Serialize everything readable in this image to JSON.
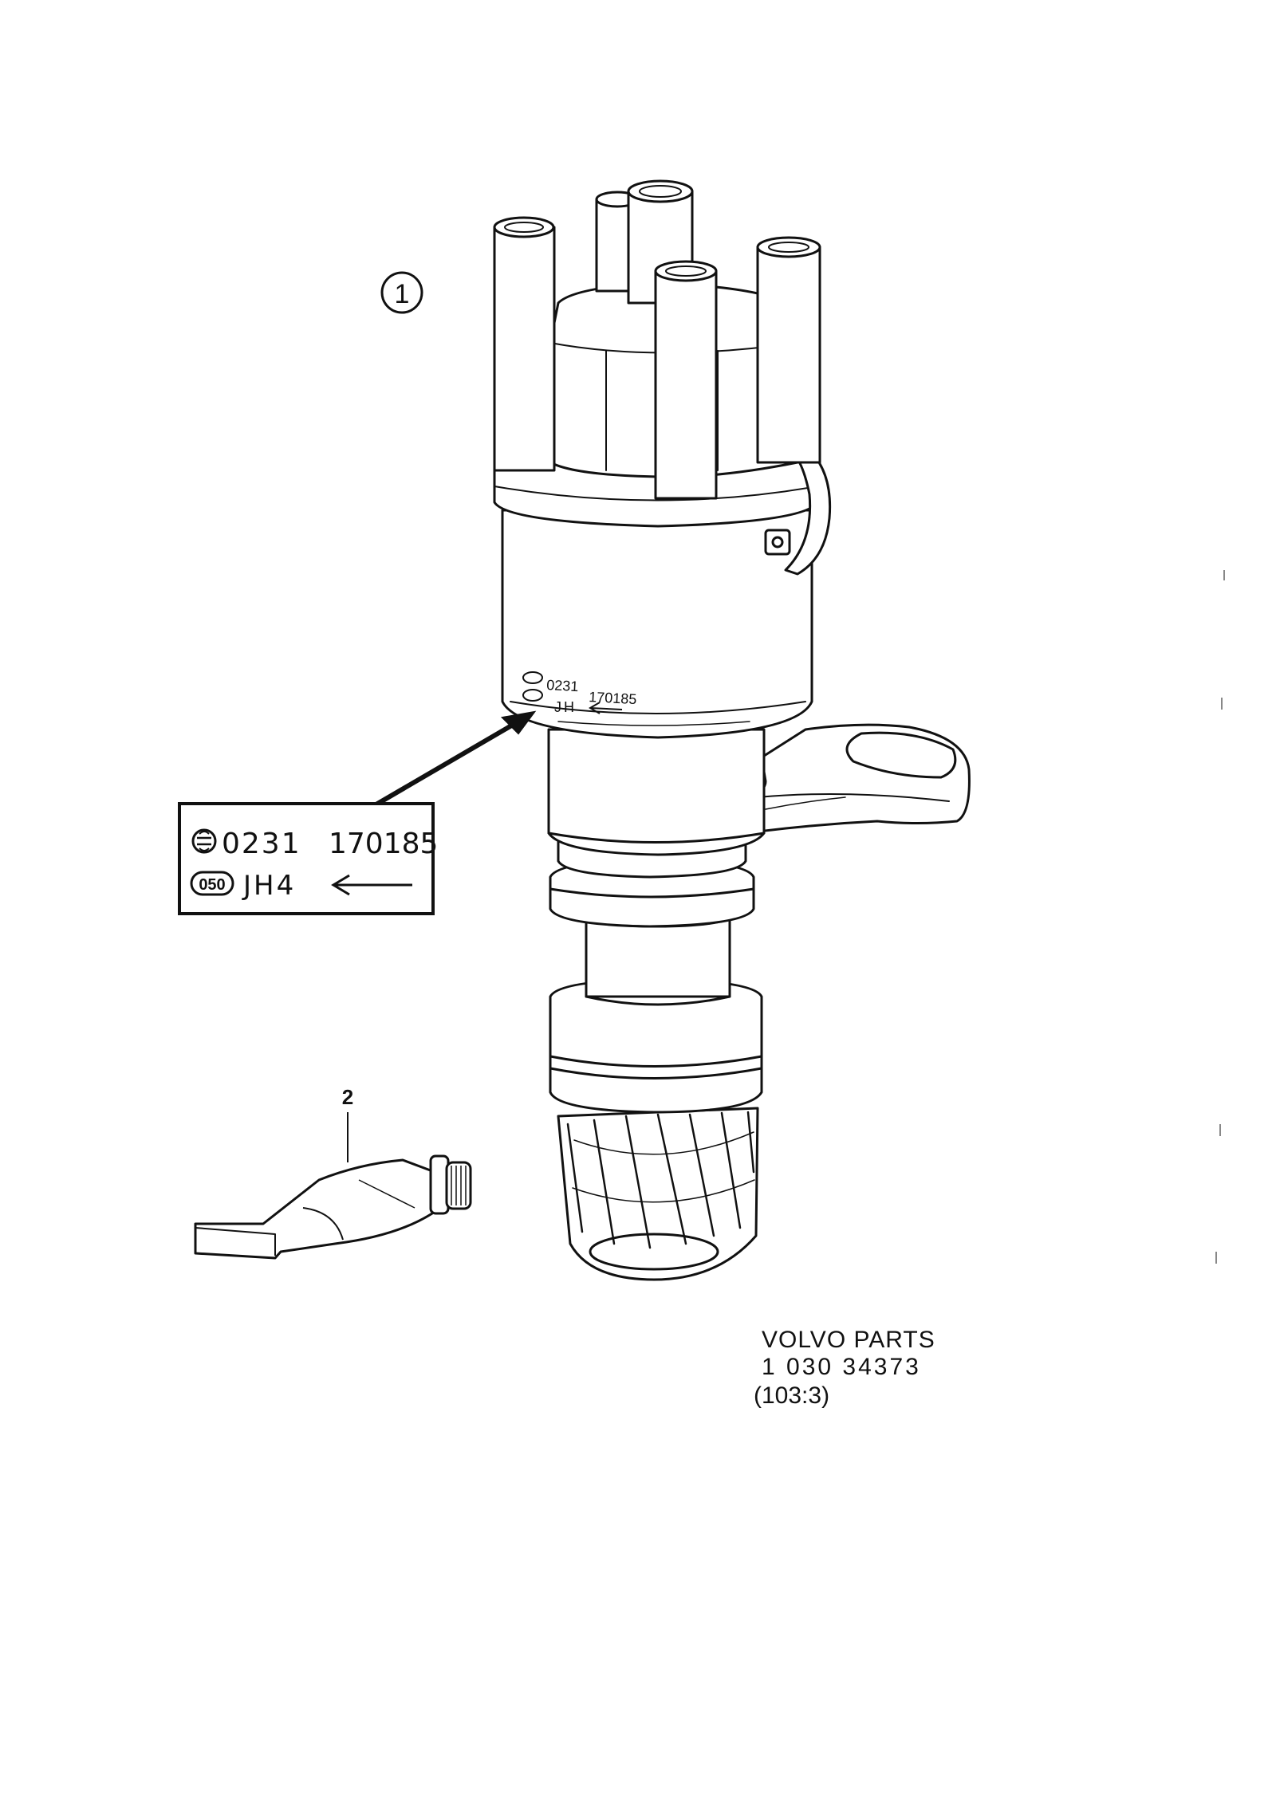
{
  "diagram": {
    "callouts": {
      "item1": "1",
      "item2": "2"
    },
    "body_marking": {
      "line1_part_a": "0231",
      "line1_part_b": "170185",
      "line2_code": "JH"
    },
    "label_box": {
      "line1_part_a": "0231",
      "line1_part_b": "170185",
      "line2_badge": "050",
      "line2_code": "JH4"
    },
    "reference": {
      "brand": "VOLVO PARTS",
      "number": "1 030 34373",
      "section": "(103:3)"
    },
    "icons": {
      "marking_logo": "bosch-logo-icon",
      "arrow": "arrow-left-icon"
    }
  }
}
